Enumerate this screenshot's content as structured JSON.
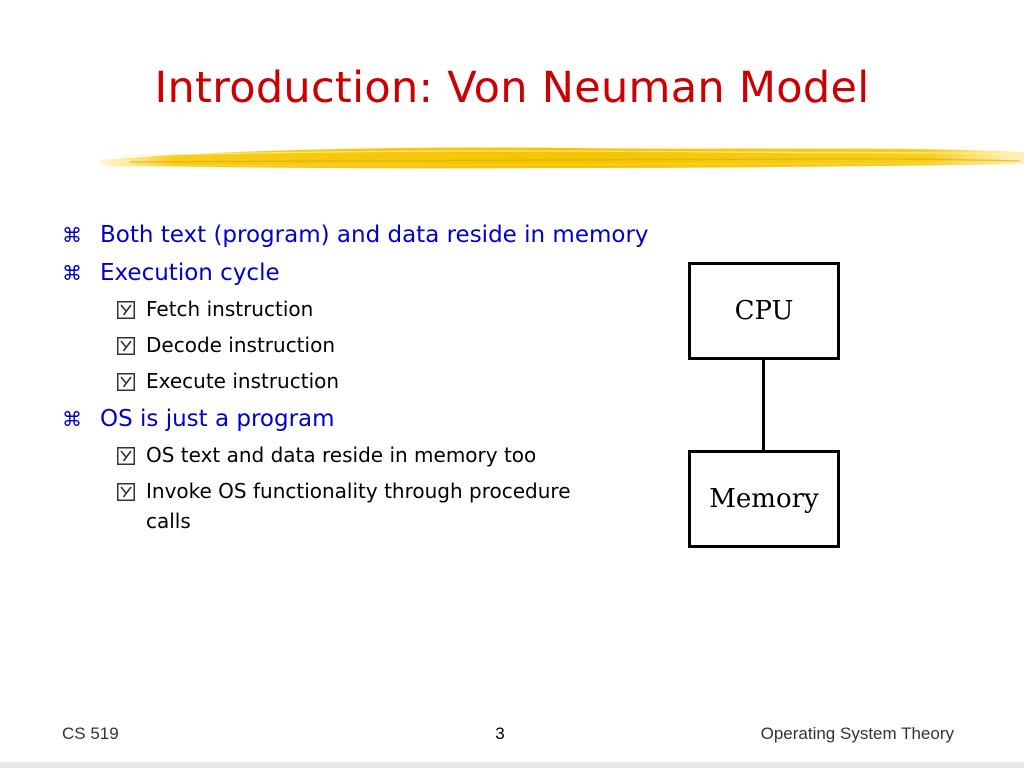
{
  "slide": {
    "title": "Introduction: Von Neuman Model"
  },
  "bullets": [
    {
      "text": "Both text (program) and data reside in memory",
      "subitems": []
    },
    {
      "text": "Execution cycle",
      "subitems": [
        "Fetch instruction",
        "Decode instruction",
        "Execute instruction"
      ]
    },
    {
      "text": "OS is just a program",
      "subitems": [
        "OS text and data reside in memory too",
        "Invoke OS functionality through procedure calls"
      ]
    }
  ],
  "diagram": {
    "top_node": "CPU",
    "bottom_node": "Memory"
  },
  "footer": {
    "course": "CS 519",
    "page_number": "3",
    "subject": "Operating System Theory"
  },
  "icons": {
    "level1_bullet": "command-key-icon",
    "level2_bullet": "checkbox-y-icon"
  },
  "colors": {
    "title": "#cc0000",
    "level1_text": "#0000cc",
    "underline": "#f5c400"
  }
}
